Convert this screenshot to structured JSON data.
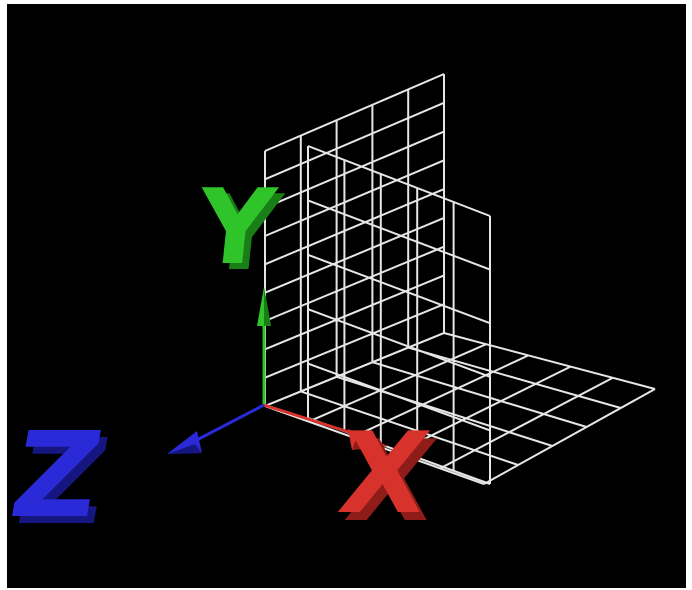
{
  "background_color": "#000000",
  "grid_color": "#e6e6e6",
  "axes": {
    "x": {
      "label": "X",
      "color": "#d8322c",
      "color_light": "#ff6a5e",
      "color_dark": "#8e1c18"
    },
    "y": {
      "label": "Y",
      "color": "#2fc42a",
      "color_light": "#6cf066",
      "color_dark": "#1a7e17"
    },
    "z": {
      "label": "Z",
      "color": "#2a2ad8",
      "color_light": "#6a6aff",
      "color_dark": "#161680"
    }
  },
  "grid_divisions": {
    "back_plane": {
      "columns": 5,
      "rows": 9
    },
    "mid_plane": {
      "columns": 5,
      "rows": 5
    },
    "floor_plane": {
      "columns": 5,
      "rows": 5
    }
  }
}
